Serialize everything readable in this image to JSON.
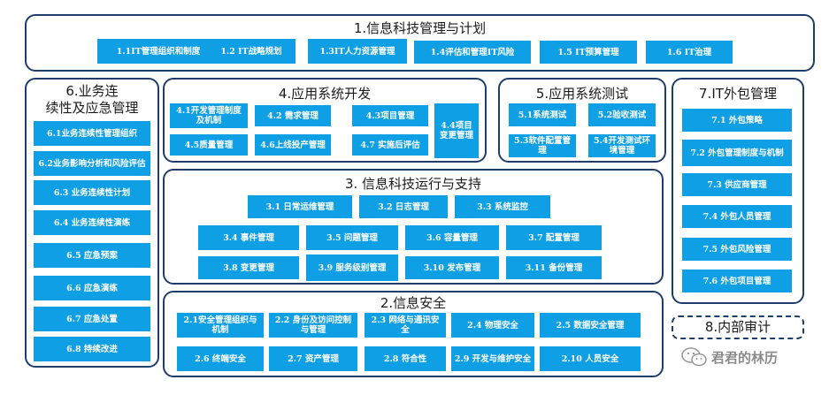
{
  "groups": {
    "g1": {
      "title": "1.信息科技管理与计划",
      "items": [
        "1.1IT管理组织和制度",
        "1.2 IT战略规划",
        "1.3IT人力资源管理",
        "1.4评估和管理IT风险",
        "1.5 IT预算管理",
        "1.6 IT治理"
      ]
    },
    "g6": {
      "title_line1": "6.业务连",
      "title_line2": "续性及应急管理",
      "items": [
        "6.1业务连续性管理组织",
        "6.2业务影响分析和风险评估",
        "6.3 业务连续性计划",
        "6.4 业务连续性演练",
        "6.5 应急预案",
        "6.6 应急演练",
        "6.7 应急处置",
        "6.8 持续改进"
      ]
    },
    "g4": {
      "title": "4.应用系统开发",
      "items": [
        "4.1开发管理制度及机制",
        "4.2 需求管理",
        "4.3项目管理",
        "4.4项目变更管理",
        "4.5质量管理",
        "4.6上线投产管理",
        "4.7 实施后评估"
      ]
    },
    "g5": {
      "title": "5.应用系统测试",
      "items": [
        "5.1系统测试",
        "5.2验收测试",
        "5.3软件配置管理",
        "5.4开发测试环境管理"
      ]
    },
    "g7": {
      "title": "7.IT外包管理",
      "items": [
        "7.1 外包策略",
        "7.2 外包管理制度与机制",
        "7.3 供应商管理",
        "7.4 外包人员管理",
        "7.5 外包风险管理",
        "7.6 外包项目管理"
      ]
    },
    "g3": {
      "title": "3. 信息科技运行与支持",
      "items": [
        "3.1 日常运维管理",
        "3.2 日志管理",
        "3.3 系统监控",
        "3.4 事件管理",
        "3.5 问题管理",
        "3.6 容量管理",
        "3.7 配置管理",
        "3.8 变更管理",
        "3.9 服务级别管理",
        "3.10 发布管理",
        "3.11 备份管理"
      ]
    },
    "g2": {
      "title": "2.信息安全",
      "items": [
        "2.1安全管理组织与机制",
        "2.2 身份及访问控制与管理",
        "2.3 网络与通讯安全",
        "2.4 物理安全",
        "2.5 数据安全管理",
        "2.6 终端安全",
        "2.7 资产管理",
        "2.8 符合性",
        "2.9 开发与维护安全",
        "2.10 人员安全"
      ]
    },
    "g8": {
      "title": "8.内部审计"
    }
  },
  "watermark": "君君的林历",
  "colors": {
    "box": "#0f9fe4",
    "border": "#1f3d6b"
  }
}
